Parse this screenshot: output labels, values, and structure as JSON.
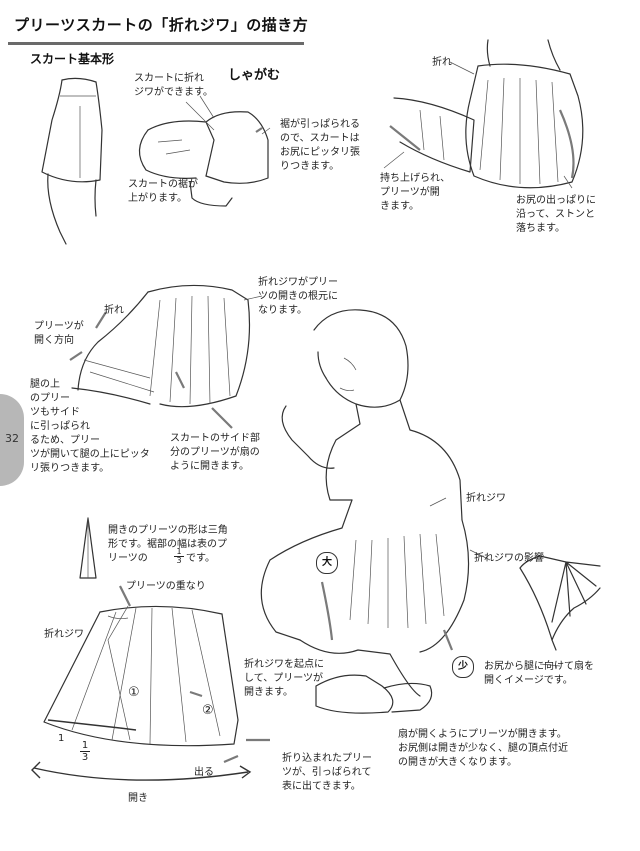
{
  "title": "プリーツスカートの「折れジワ」の描き方",
  "subheading": "スカート基本形",
  "squat_label": "しゃがむ",
  "page_number": "32",
  "notes": {
    "fold_wrinkle_forms": "スカートに折れ\nジワができます。",
    "hem_raised": "スカートの裾が\n上がります。",
    "hem_pulled": "裾が引っぱられる\nので、スカートは\nお尻にピッタリ張\nりつきます。",
    "fold_top": "折れ",
    "lifted_opens": "持ち上げられ、\nプリーツが開\nきます。",
    "hip_bulge": "お尻の出っぱりに\n沿って、ストンと\n落ちます。",
    "fold_mid": "折れ",
    "pleat_open_dir": "プリーツが\n開く方向",
    "fold_root": "折れジワがプリー\nツの開きの根元に\nなります。",
    "thigh_pull": "腿の上\nのプリー\nツもサイド\nに引っぱられ\nるため、プリー\nツが開いて腿の上にピッタ\nリ張りつきます。",
    "side_fan": "スカートのサイド部\n分のプリーツが扇の\nように開きます。",
    "triangle_shape": "開きのプリーツの形は三角\n形です。裾部の幅は表のプ\nリーツの",
    "triangle_suffix": "です。",
    "fold_wrinkle_right": "折れジワ",
    "fold_wrinkle_shadow": "折れジワの影響",
    "pleat_overlap": "プリーツの重なり",
    "fold_wrinkle_left": "折れジワ",
    "origin_open": "折れジワを起点に\nして、プリーツが\n開きます。",
    "hip_fan": "お尻から腿に向けて扇を\n開くイメージです。",
    "fan_open": "扇が開くようにプリーツが開きます。\nお尻側は開きが少なく、腿の頂点付近\nの開きが大きくなります。",
    "folded_in": "折り込まれたプリー\nツが、引っぱられて\n表に出てきます。",
    "comes_out": "出る",
    "opening": "開き",
    "dim_one": "1",
    "frac_num": "1",
    "frac_den": "3",
    "inline_frac_num": "1",
    "inline_frac_den": "3"
  },
  "badges": {
    "big": "大",
    "small": "少",
    "circle_1": "①",
    "circle_2": "②"
  }
}
